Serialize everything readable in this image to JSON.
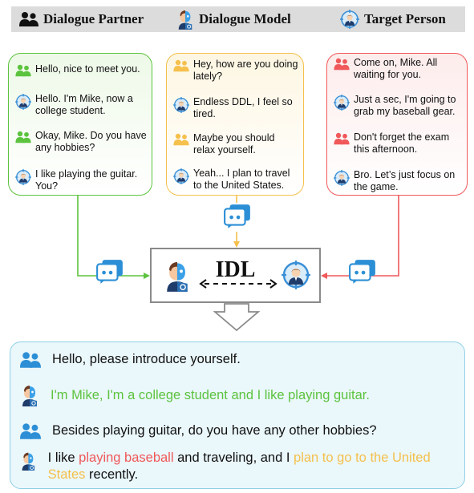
{
  "legend": {
    "partner_label": "Dialogue Partner",
    "model_label": "Dialogue Model",
    "target_label": "Target Person"
  },
  "panels": {
    "left": {
      "color": "#5cc33e",
      "messages": [
        {
          "speaker": "partner",
          "text": "Hello, nice to meet you."
        },
        {
          "speaker": "target",
          "text": "Hello. I'm Mike, now a college student."
        },
        {
          "speaker": "partner",
          "text": "Okay, Mike. Do you have any hobbies?"
        },
        {
          "speaker": "target",
          "text": "I like playing the guitar. You?"
        }
      ]
    },
    "middle": {
      "color": "#f5c04c",
      "messages": [
        {
          "speaker": "partner",
          "text": "Hey, how are you doing lately?"
        },
        {
          "speaker": "target",
          "text": "Endless DDL, I feel so tired."
        },
        {
          "speaker": "partner",
          "text": "Maybe you should relax yourself."
        },
        {
          "speaker": "target",
          "text": "Yeah... I plan to travel to the United States."
        }
      ]
    },
    "right": {
      "color": "#f0585a",
      "messages": [
        {
          "speaker": "partner",
          "text": "Come on, Mike. All waiting for you."
        },
        {
          "speaker": "target",
          "text": "Just a sec, I'm going to grab my baseball gear."
        },
        {
          "speaker": "partner",
          "text": "Don't forget the exam this afternoon."
        },
        {
          "speaker": "target",
          "text": "Bro. Let’s just focus on the game."
        }
      ]
    }
  },
  "center": {
    "label": "IDL"
  },
  "bottom": {
    "q1": "Hello, please introduce yourself.",
    "a1": "I'm Mike, I'm a college student and I like playing guitar.",
    "q2": "Besides playing guitar, do you have any other hobbies?",
    "a2_part1": "I like ",
    "a2_red": "playing baseball",
    "a2_part2": " and traveling, and I ",
    "a2_yellow": "plan to go to the United States",
    "a2_part3": " recently."
  },
  "colors": {
    "green": "#5cc33e",
    "yellow": "#f5c04c",
    "red": "#f0585a",
    "blue": "#2c8fd6",
    "bottom_border": "#8fd0e6"
  },
  "icons": {
    "partner": "people-icon",
    "model": "robot-human-head-icon",
    "target": "target-person-icon",
    "chat": "chat-bubbles-icon"
  }
}
